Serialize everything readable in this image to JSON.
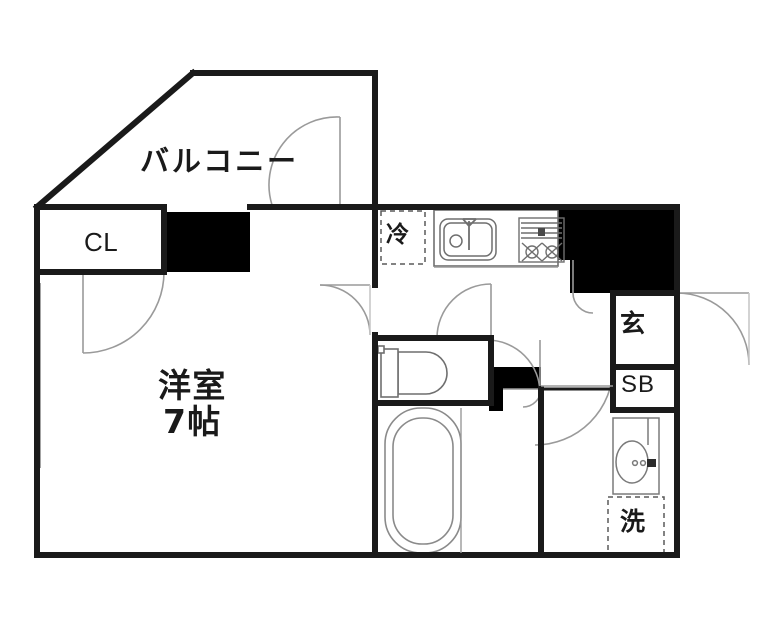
{
  "plan": {
    "type": "floor-plan",
    "unit_layout": "1K",
    "rooms": [
      {
        "id": "balcony",
        "label": "バルコニー",
        "label_romaji": "balcony"
      },
      {
        "id": "closet",
        "label": "CL",
        "label_romaji": "closet"
      },
      {
        "id": "main_room",
        "label": "洋室",
        "size": "7帖",
        "label_romaji": "western-room"
      },
      {
        "id": "entrance",
        "label": "玄",
        "label_romaji": "genkan-entrance"
      },
      {
        "id": "shoebox",
        "label": "SB",
        "label_romaji": "shoe-box"
      }
    ],
    "fixtures": [
      {
        "id": "fridge",
        "label": "冷",
        "label_romaji": "refrigerator-space",
        "dashed": true
      },
      {
        "id": "washer",
        "label": "洗",
        "label_romaji": "washing-machine-space",
        "dashed": true
      },
      {
        "id": "sink",
        "label": "",
        "label_romaji": "kitchen-sink"
      },
      {
        "id": "stove",
        "label": "",
        "label_romaji": "gas-stove-two-burner"
      },
      {
        "id": "toilet",
        "label": "",
        "label_romaji": "toilet"
      },
      {
        "id": "bathtub",
        "label": "",
        "label_romaji": "bathtub"
      },
      {
        "id": "washbasin",
        "label": "",
        "label_romaji": "wash-basin"
      }
    ],
    "colors": {
      "wall": "#1a1a1a",
      "fill_solid": "#000000",
      "background": "#ffffff",
      "thin_line": "#8c8c8c",
      "dashed_line": "#5a5a5a"
    }
  },
  "labels": {
    "balcony": "バルコニー",
    "closet": "CL",
    "room_name": "洋室",
    "room_size": "7帖",
    "fridge": "冷",
    "entrance": "玄",
    "shoebox": "SB",
    "washer": "洗"
  }
}
